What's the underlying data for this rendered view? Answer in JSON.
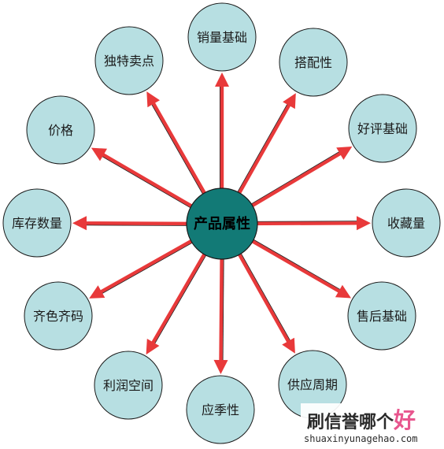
{
  "diagram": {
    "center": {
      "label": "产品属性",
      "fill": "#127a76"
    },
    "nodes": [
      {
        "label": "销量基础"
      },
      {
        "label": "搭配性"
      },
      {
        "label": "好评基础"
      },
      {
        "label": "收藏量"
      },
      {
        "label": "售后基础"
      },
      {
        "label": "供应周期"
      },
      {
        "label": "应季性"
      },
      {
        "label": "利润空间"
      },
      {
        "label": "齐色齐码"
      },
      {
        "label": "库存数量"
      },
      {
        "label": "价格"
      },
      {
        "label": "独特卖点"
      }
    ],
    "node_fill": "#b7dfe2",
    "arrow_color": "#e8393a"
  },
  "watermark": {
    "text": "刷信誉哪个好",
    "url": "shuaxinyunagehao.com"
  }
}
